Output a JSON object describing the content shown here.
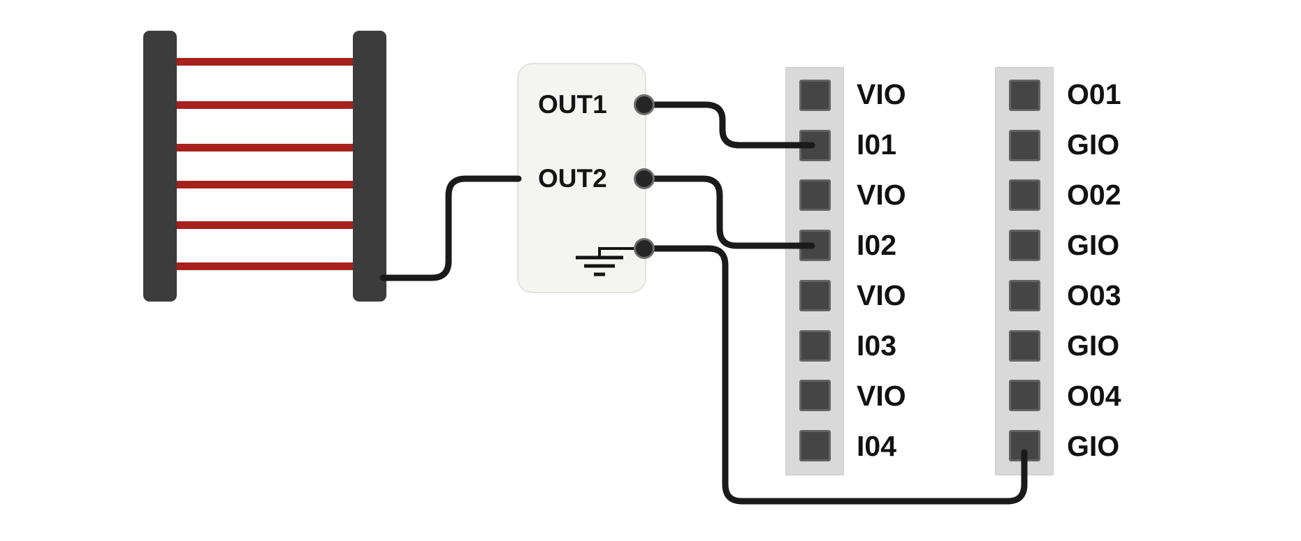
{
  "canvas": {
    "background": "#ffffff"
  },
  "palette": {
    "wire": "#1a1a1a",
    "beam": "#a6201c",
    "bar": "#3c3c3c",
    "device_fill": "#f4f4f1",
    "strip_fill": "#d9d9d9",
    "pin_fill": "#454545"
  },
  "light_curtain": {
    "beam_count": 6
  },
  "device": {
    "out1_label": "OUT1",
    "out2_label": "OUT2",
    "ground_port": "ground-symbol"
  },
  "strips": {
    "left": {
      "pins": [
        "VIO",
        "I01",
        "VIO",
        "I02",
        "VIO",
        "I03",
        "VIO",
        "I04"
      ]
    },
    "right": {
      "pins": [
        "O01",
        "GIO",
        "O02",
        "GIO",
        "O03",
        "GIO",
        "O04",
        "GIO"
      ]
    }
  },
  "connections": [
    {
      "from": "light-curtain",
      "to": "device-left-edge"
    },
    {
      "from": "OUT1",
      "to": "I01"
    },
    {
      "from": "OUT2",
      "to": "I02"
    },
    {
      "from": "GND",
      "to": "GIO-bottom"
    }
  ]
}
